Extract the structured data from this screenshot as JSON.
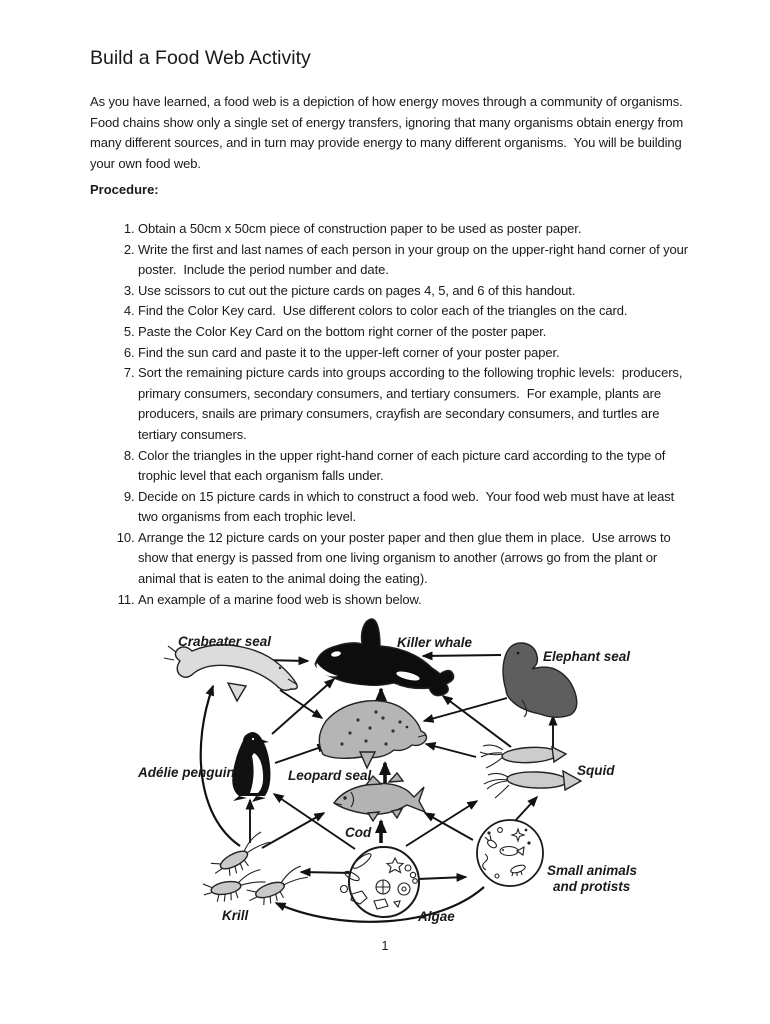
{
  "document": {
    "title": "Build a Food Web Activity",
    "intro": "As you have learned, a food web is a depiction of how energy moves through a community of organisms.  Food chains show only a single set of energy transfers, ignoring that many organisms obtain energy from many different sources, and in turn may provide energy to many different organisms.  You will be building your own food web.",
    "procedure_heading": "Procedure:",
    "steps": [
      "Obtain a 50cm x 50cm piece of construction paper to be used as poster paper.",
      "Write the first and last names of each person in your group on the upper-right hand corner of your poster.  Include the period number and date.",
      "Use scissors to cut out the picture cards on pages 4, 5, and 6 of this handout.",
      "Find the Color Key card.  Use different colors to color each of the triangles on the card.",
      "Paste the Color Key Card on the bottom right corner of the poster paper.",
      "Find the sun card and paste it to the upper-left corner of your poster paper.",
      "Sort the remaining picture cards into groups according to the following trophic levels:  producers, primary consumers, secondary consumers, and tertiary consumers.  For example, plants are producers, snails are primary consumers, crayfish are secondary consumers, and turtles are tertiary consumers.",
      "Color the triangles in the upper right-hand corner of each picture card according to the type of trophic level that each organism falls under.",
      "Decide on 15 picture cards in which to construct a food web.  Your food web must have at least two organisms from each trophic level.",
      "Arrange the 12 picture cards on your poster paper and then glue them in place.  Use arrows to show that energy is passed from one living organism to another (arrows go from the plant or animal that is eaten to the animal doing the eating).",
      "An example of a marine food web is shown below."
    ],
    "page_number": "1"
  },
  "food_web": {
    "ink": "#1a1a1a",
    "organisms": [
      {
        "id": "crabeater-seal",
        "label": "Crabeater seal",
        "fill": "#dcdcdc"
      },
      {
        "id": "killer-whale",
        "label": "Killer whale",
        "fill": "#0d0d0d"
      },
      {
        "id": "elephant-seal",
        "label": "Elephant seal",
        "fill": "#5e5e5e"
      },
      {
        "id": "adelie-penguin",
        "label": "Adélie penguin",
        "fill": "#111111"
      },
      {
        "id": "leopard-seal",
        "label": "Leopard seal",
        "fill": "#b5b5b5"
      },
      {
        "id": "squid",
        "label": "Squid",
        "fill": "#cccccc"
      },
      {
        "id": "cod",
        "label": "Cod",
        "fill": "#b3b3b3"
      },
      {
        "id": "krill",
        "label": "Krill",
        "fill": "#c9c9c9"
      },
      {
        "id": "algae",
        "label": "Algae",
        "fill": "#ffffff"
      },
      {
        "id": "small-animals-and-protists",
        "label": "Small animals and protists",
        "label_line1": "Small animals",
        "label_line2": "and protists",
        "fill": "#ffffff"
      }
    ],
    "links": [
      {
        "from": "Algae",
        "to": "Krill"
      },
      {
        "from": "Algae",
        "to": "Cod"
      },
      {
        "from": "Algae",
        "to": "Squid"
      },
      {
        "from": "Algae",
        "to": "Adélie penguin"
      },
      {
        "from": "Algae",
        "to": "Small animals and protists"
      },
      {
        "from": "Small animals and protists",
        "to": "Cod"
      },
      {
        "from": "Small animals and protists",
        "to": "Squid"
      },
      {
        "from": "Small animals and protists",
        "to": "Krill"
      },
      {
        "from": "Krill",
        "to": "Crabeater seal"
      },
      {
        "from": "Krill",
        "to": "Adélie penguin"
      },
      {
        "from": "Krill",
        "to": "Cod"
      },
      {
        "from": "Cod",
        "to": "Leopard seal"
      },
      {
        "from": "Adélie penguin",
        "to": "Leopard seal"
      },
      {
        "from": "Adélie penguin",
        "to": "Killer whale"
      },
      {
        "from": "Crabeater seal",
        "to": "Killer whale"
      },
      {
        "from": "Crabeater seal",
        "to": "Leopard seal"
      },
      {
        "from": "Leopard seal",
        "to": "Killer whale"
      },
      {
        "from": "Elephant seal",
        "to": "Killer whale"
      },
      {
        "from": "Elephant seal",
        "to": "Leopard seal"
      },
      {
        "from": "Squid",
        "to": "Killer whale"
      },
      {
        "from": "Squid",
        "to": "Leopard seal"
      },
      {
        "from": "Squid",
        "to": "Elephant seal"
      }
    ]
  }
}
